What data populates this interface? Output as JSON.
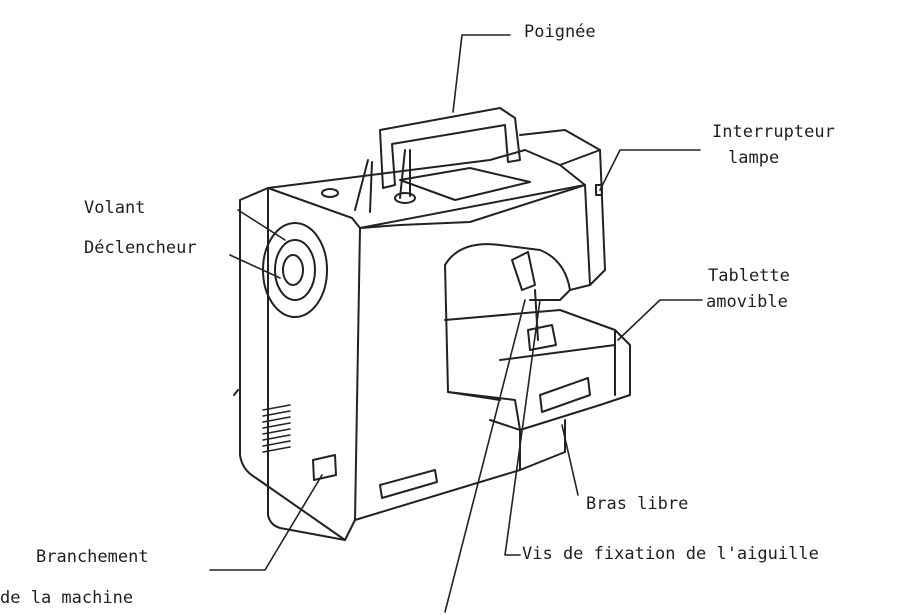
{
  "labels": {
    "poignee": "Poignée",
    "interrupteur_line1": "Interrupteur",
    "interrupteur_line2": "lampe",
    "volant": "Volant",
    "declencheur": "Déclencheur",
    "tablette_line1": "Tablette",
    "tablette_line2": "amovible",
    "bras_libre": "Bras libre",
    "vis_fixation": "Vis de fixation de l'aiguille",
    "branchement_line1": "Branchement",
    "branchement_line2": "de la machine"
  }
}
